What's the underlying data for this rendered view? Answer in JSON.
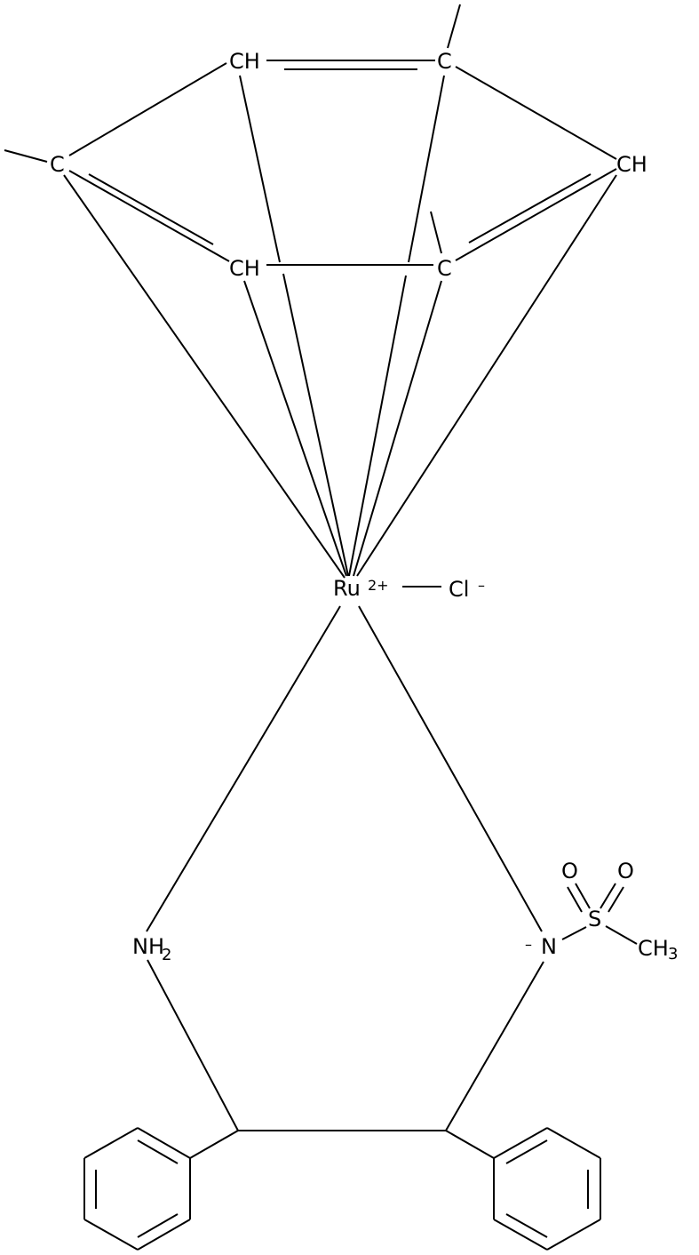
{
  "atoms": {
    "ch_top_left": "CH",
    "c_top_right": "C",
    "c_left": "C",
    "ch_right": "CH",
    "ch_bottom_left": "CH",
    "c_bottom_right": "C",
    "ru": "Ru",
    "ru_charge": "2+",
    "cl": "Cl",
    "cl_charge": "–",
    "n_amine": "NH",
    "n_amine_sub": "2",
    "n_amide": "N",
    "n_amide_charge": "–",
    "s": "S",
    "o_left": "O",
    "o_right": "O",
    "methyl": "CH",
    "methyl_sub": "3"
  }
}
